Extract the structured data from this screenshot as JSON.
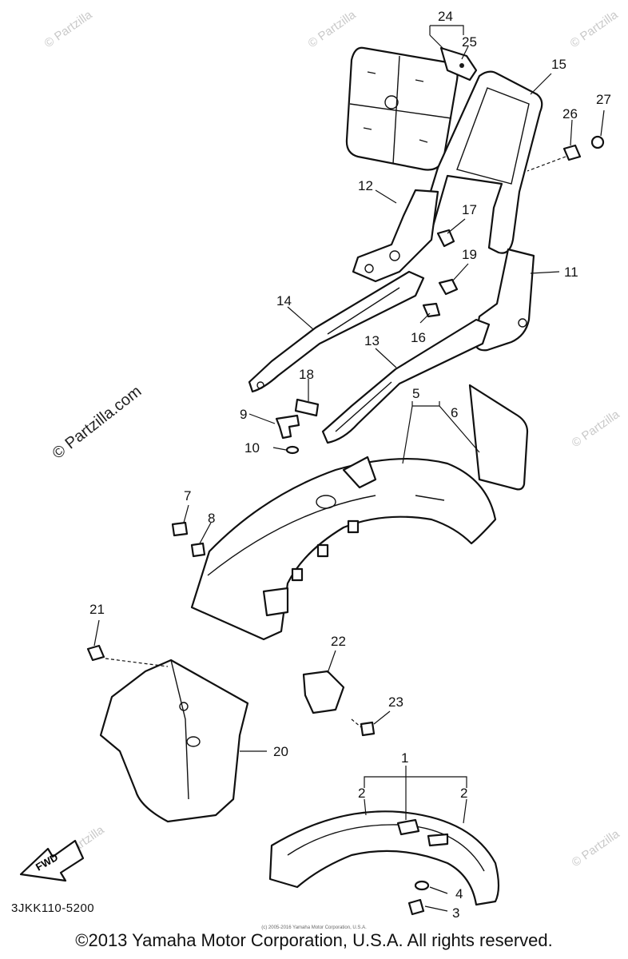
{
  "diagram": {
    "callouts": [
      "1",
      "2",
      "2",
      "3",
      "4",
      "5",
      "6",
      "7",
      "8",
      "9",
      "10",
      "11",
      "12",
      "13",
      "14",
      "15",
      "16",
      "17",
      "18",
      "19",
      "20",
      "21",
      "22",
      "23",
      "24",
      "25",
      "26",
      "27"
    ],
    "fwd_label": "FWD",
    "part_code": "3JKK110-5200",
    "watermarks": {
      "corner": "© Partzilla",
      "main": "© Partzilla.com"
    },
    "small_notice": "(c) 2005-2016 Yamaha Motor Corporation, U.S.A.",
    "copyright": "©2013 Yamaha Motor Corporation, U.S.A. All rights reserved."
  }
}
